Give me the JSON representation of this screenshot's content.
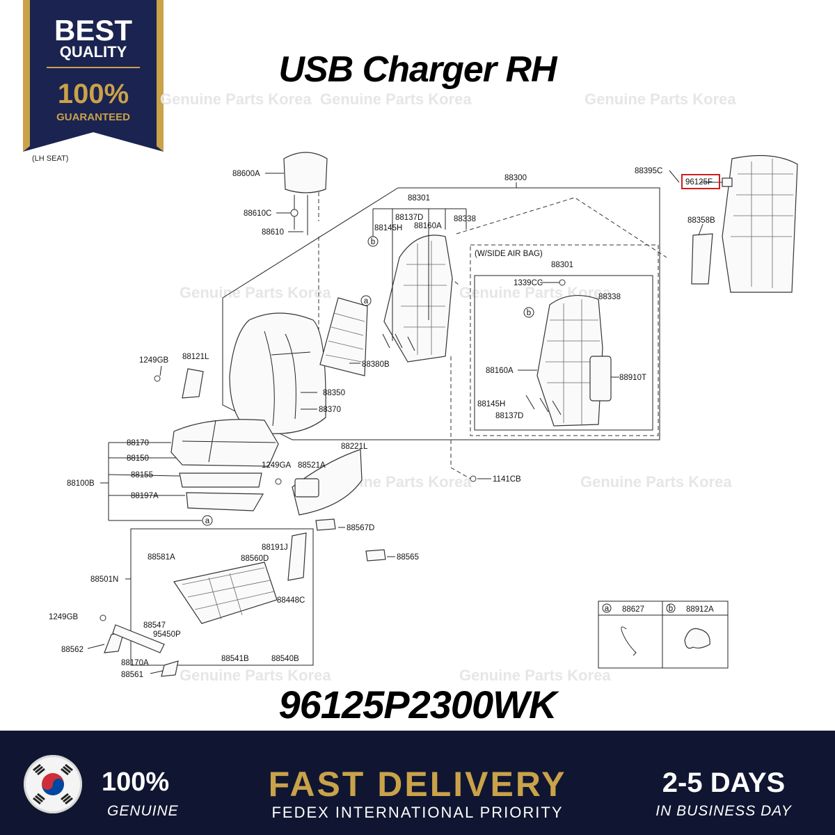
{
  "badge": {
    "line1": "BEST",
    "line2": "QUALITY",
    "line3": "100%",
    "line4": "GUARANTEED"
  },
  "note": "(LH SEAT)",
  "title": "USB Charger RH",
  "watermark": "Genuine Parts Korea",
  "part_number": "96125P2300WK",
  "side_airbag_label": "(W/SIDE AIR BAG)",
  "labels": {
    "l88600A": "88600A",
    "l88610C": "88610C",
    "l88610": "88610",
    "l88300": "88300",
    "l88301": "88301",
    "l88137D": "88137D",
    "l88145H": "88145H",
    "l88160A": "88160A",
    "l88338": "88338",
    "l88395C": "88395C",
    "l96125F": "96125F",
    "l88358B": "88358B",
    "l88301b": "88301",
    "l1339CC": "1339CC",
    "l88338b": "88338",
    "l88160Ab": "88160A",
    "l88910T": "88910T",
    "l88145Hb": "88145H",
    "l88137Db": "88137D",
    "l1249GB": "1249GB",
    "l88121L": "88121L",
    "l88380B": "88380B",
    "l88350": "88350",
    "l88370": "88370",
    "l88170": "88170",
    "l88150": "88150",
    "l88155": "88155",
    "l88100B": "88100B",
    "l88197A": "88197A",
    "l1249GA": "1249GA",
    "l88521A": "88521A",
    "l88221L": "88221L",
    "l1141CB": "1141CB",
    "l88567D": "88567D",
    "l88565": "88565",
    "l88581A": "88581A",
    "l88560D": "88560D",
    "l88191J": "88191J",
    "l88501N": "88501N",
    "l88448C": "88448C",
    "l1249GBb": "1249GB",
    "l88547": "88547",
    "l95450P": "95450P",
    "l88562": "88562",
    "l88170A": "88170A",
    "l88541B": "88541B",
    "l88540B": "88540B",
    "l88561": "88561"
  },
  "legend": {
    "a_key": "a",
    "a_part": "88627",
    "b_key": "b",
    "b_part": "88912A"
  },
  "footer": {
    "genuine_pct": "100%",
    "genuine_label": "GENUINE",
    "headline": "FAST DELIVERY",
    "shipping": "FEDEX INTERNATIONAL PRIORITY",
    "days": "2-5 DAYS",
    "days_label": "IN BUSINESS DAY"
  },
  "colors": {
    "footer_bg": "#101631",
    "gold": "#c9a24a",
    "badge_bg": "#1b2350",
    "highlight_box": "#d21c1c"
  }
}
